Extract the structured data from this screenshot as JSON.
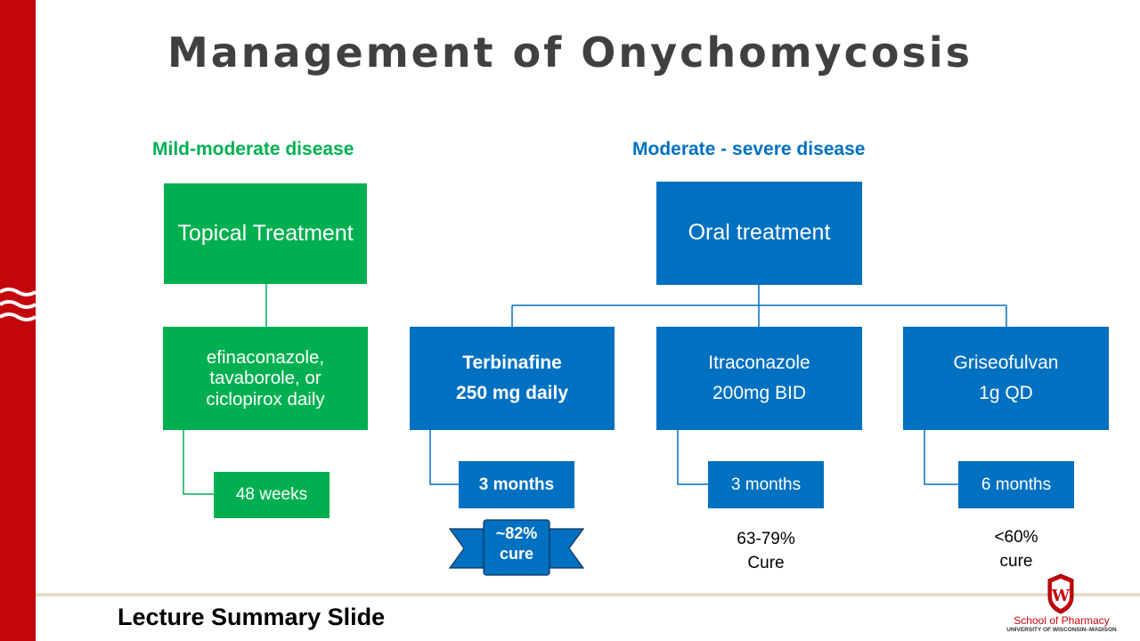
{
  "title": "Management of Onychomycosis",
  "mild": {
    "heading": "Mild-moderate disease",
    "treatment": "Topical Treatment",
    "drugs": [
      "efinaconazole,",
      "tavaborole, or",
      "ciclopirox daily"
    ],
    "duration": "48 weeks"
  },
  "severe": {
    "heading": "Moderate - severe disease",
    "treatment": "Oral treatment",
    "options": [
      {
        "drug": "Terbinafine",
        "dose": "250 mg daily",
        "duration": "3 months",
        "cure": [
          "~82%",
          "cure"
        ]
      },
      {
        "drug": "Itraconazole",
        "dose": "200mg BID",
        "duration": "3 months",
        "cure": [
          "63-79%",
          "Cure"
        ]
      },
      {
        "drug": "Griseofulvan",
        "dose": "1g QD",
        "duration": "6 months",
        "cure": [
          "<60%",
          "cure"
        ]
      }
    ]
  },
  "footer": {
    "label": "Lecture Summary Slide",
    "logo_name": "School of Pharmacy",
    "logo_sub": "UNIVERSITY OF WISCONSIN–MADISON",
    "crest_letter": "W"
  },
  "colors": {
    "green": "#00b050",
    "blue": "#0070c0",
    "red": "#c5050c"
  }
}
